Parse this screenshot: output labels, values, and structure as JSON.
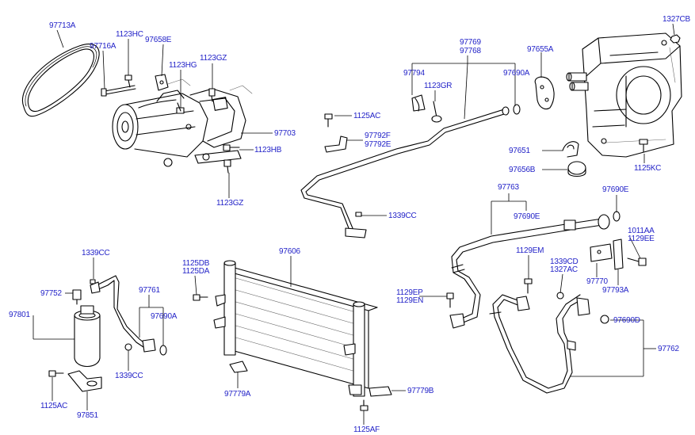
{
  "parts": {
    "p97713A": "97713A",
    "p97716A": "97716A",
    "p1123HC": "1123HC",
    "p97658E": "97658E",
    "p1123HG": "1123HG",
    "p1123GZ_top": "1123GZ",
    "p97703": "97703",
    "p1123HB": "1123HB",
    "p1123GZ_bottom": "1123GZ",
    "p97769": "97769",
    "p97768": "97768",
    "p97794": "97794",
    "p1123GR": "1123GR",
    "p97690A_top": "97690A",
    "p97655A": "97655A",
    "p1327CB": "1327CB",
    "p1125AC_mid": "1125AC",
    "p97792F": "97792F",
    "p97792E": "97792E",
    "p97651": "97651",
    "p97656B": "97656B",
    "p1125KC": "1125KC",
    "p1339CC_mid": "1339CC",
    "p97763": "97763",
    "p97690E_top": "97690E",
    "p97690E_mid": "97690E",
    "p1011AA": "1011AA",
    "p1129EE": "1129EE",
    "p1339CC_left": "1339CC",
    "p97752": "97752",
    "p97801": "97801",
    "p97761": "97761",
    "p97690A_left": "97690A",
    "p1339CC_lower": "1339CC",
    "p1125AC_left": "1125AC",
    "p97851": "97851",
    "p1125DB": "1125DB",
    "p1125DA": "1125DA",
    "p97606": "97606",
    "p97779A": "97779A",
    "p97779B": "97779B",
    "p1125AF": "1125AF",
    "p1129EM": "1129EM",
    "p1339CD": "1339CD",
    "p1327AC": "1327AC",
    "p1129EP": "1129EP",
    "p1129EN": "1129EN",
    "p97770": "97770",
    "p97793A": "97793A",
    "p97690D": "97690D",
    "p97762": "97762"
  }
}
